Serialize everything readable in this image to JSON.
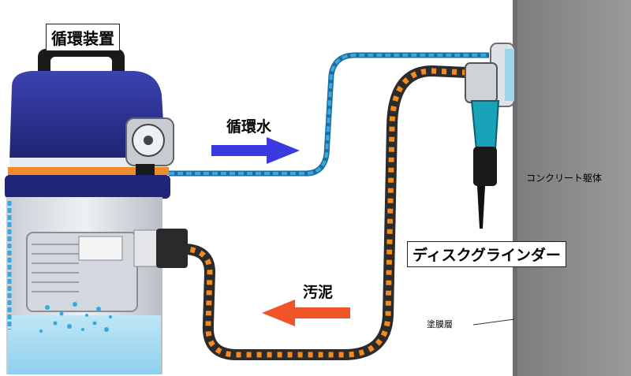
{
  "labels": {
    "device": "循環装置",
    "circulating_water": "循環水",
    "sludge": "汚泥",
    "concrete_body": "コンクリート躯体",
    "disc_grinder": "ディスクグラインダー",
    "coating_layer": "塗膜層"
  },
  "colors": {
    "water_line": "#3aa8e0",
    "sludge_hose": "#2b2b2b",
    "sludge_stripe": "#f28a1f",
    "water_arrow": "#3a3ae0",
    "sludge_arrow": "#f0552a",
    "wall": "#8f8f8f",
    "device_body": "#2a2f8c",
    "grinder_body": "#1aa2b8"
  }
}
